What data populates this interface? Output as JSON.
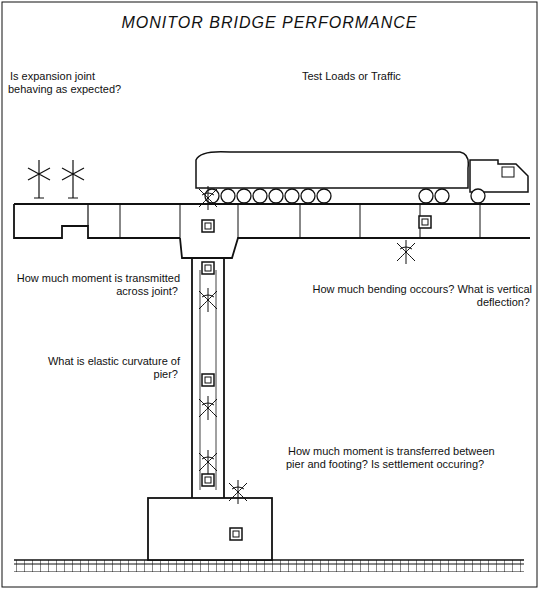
{
  "diagram": {
    "title": "MONITOR BRIDGE PERFORMANCE",
    "labels": [
      "Is expansion joint behaving as expected?",
      "Test Loads or Traffic",
      "How much moment is transmitted across joint?",
      "How much bending occours? What is vertical deflection?",
      "What is elastic curvature of pier?",
      "How much moment is transferred between pier and footing? Is settlement occuring?"
    ]
  }
}
